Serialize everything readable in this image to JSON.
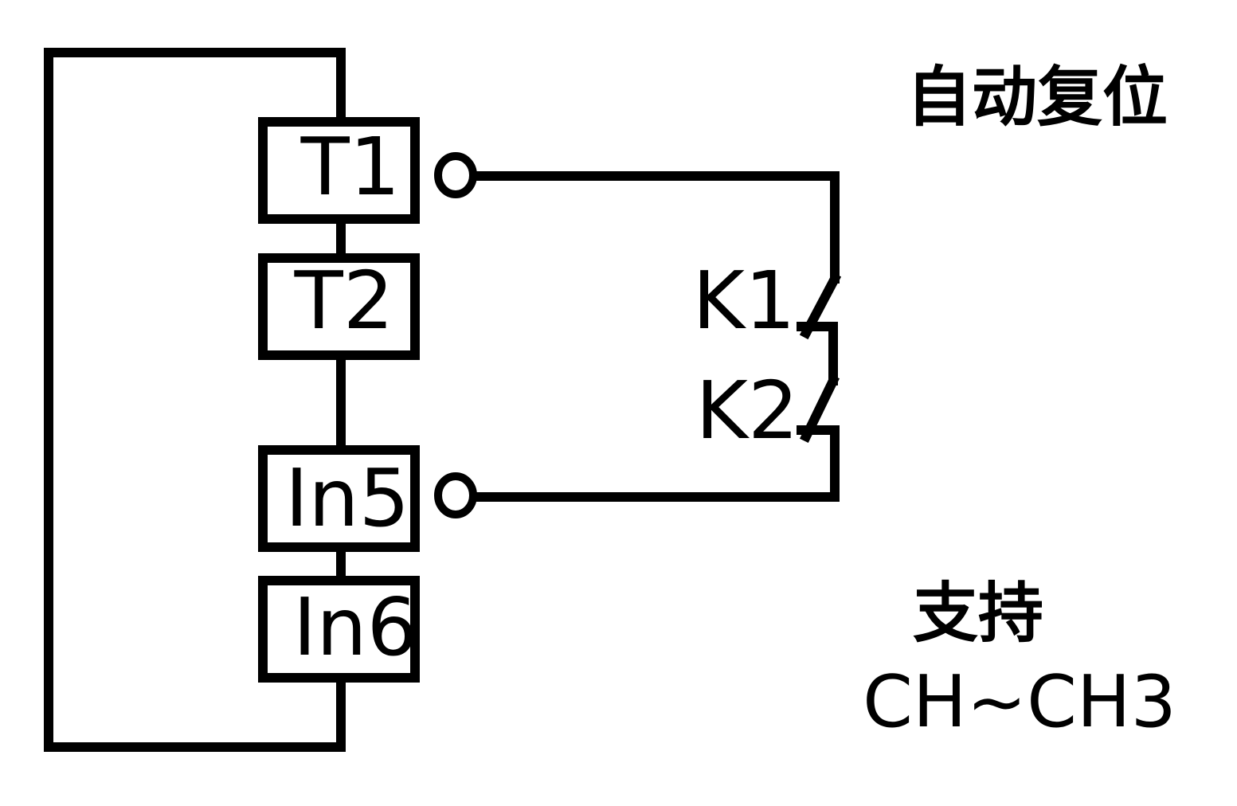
{
  "diagram": {
    "mode_label": "自动复位",
    "support_label": "支持",
    "range_label": "CH~CH3",
    "boxes": [
      {
        "id": "t1",
        "label": "T1"
      },
      {
        "id": "t2",
        "label": "T2"
      },
      {
        "id": "in5",
        "label": "In5"
      },
      {
        "id": "in6",
        "label": "In6"
      }
    ],
    "switches": [
      {
        "id": "k1",
        "label": "K1"
      },
      {
        "id": "k2",
        "label": "K2"
      }
    ],
    "colors": {
      "stroke": "#000000",
      "background": "#ffffff"
    }
  }
}
